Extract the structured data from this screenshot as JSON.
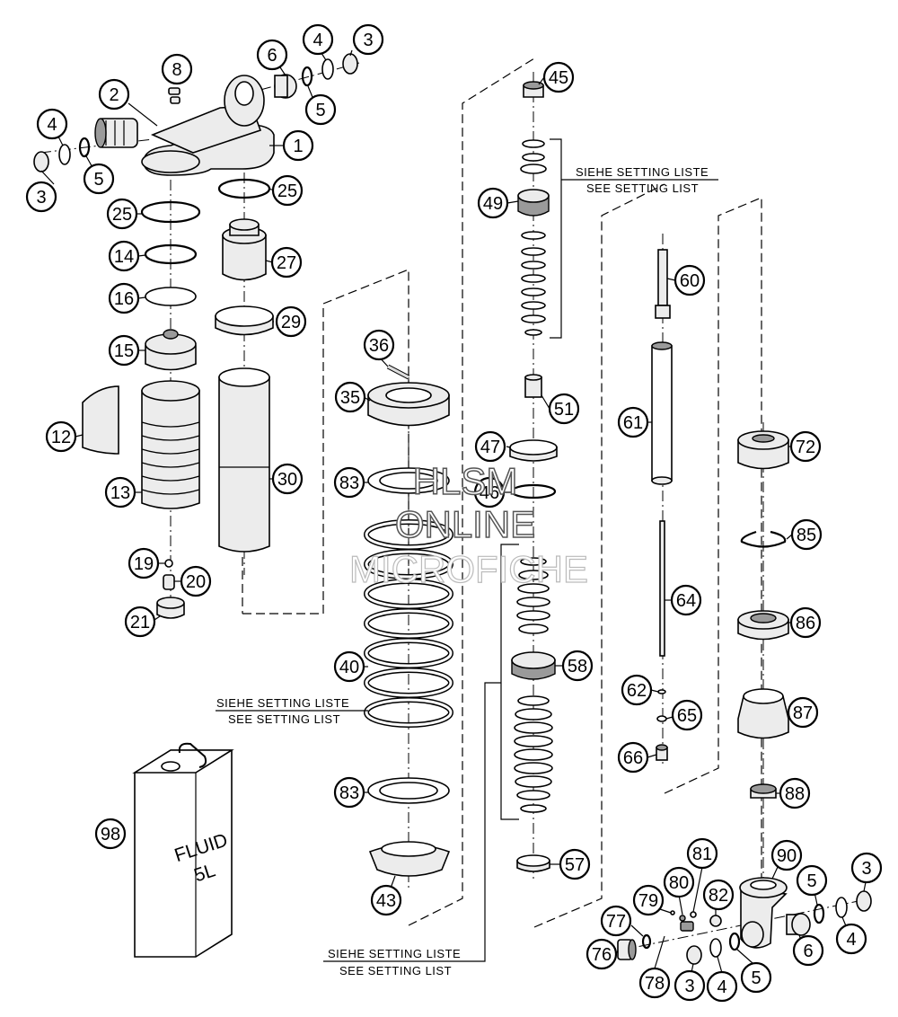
{
  "watermark": {
    "line1": "HLSM",
    "line2": "ONLINE",
    "line3": "MICROFICHE"
  },
  "notes": {
    "setting_list_de": "SIEHE SETTING LISTE",
    "setting_list_en": "SEE SETTING LIST"
  },
  "can_label": {
    "line1": "FLUID",
    "line2": "5L"
  },
  "callouts": [
    "1",
    "2",
    "3",
    "4",
    "5",
    "6",
    "8",
    "3",
    "4",
    "5",
    "25",
    "25",
    "14",
    "27",
    "16",
    "29",
    "15",
    "12",
    "13",
    "30",
    "19",
    "20",
    "21",
    "36",
    "35",
    "83",
    "40",
    "83",
    "43",
    "98",
    "45",
    "49",
    "51",
    "47",
    "46",
    "58",
    "57",
    "60",
    "61",
    "64",
    "62",
    "65",
    "66",
    "72",
    "85",
    "86",
    "87",
    "88",
    "90",
    "81",
    "80",
    "79",
    "82",
    "77",
    "76",
    "78",
    "3",
    "4",
    "5",
    "6",
    "5",
    "4",
    "3"
  ]
}
